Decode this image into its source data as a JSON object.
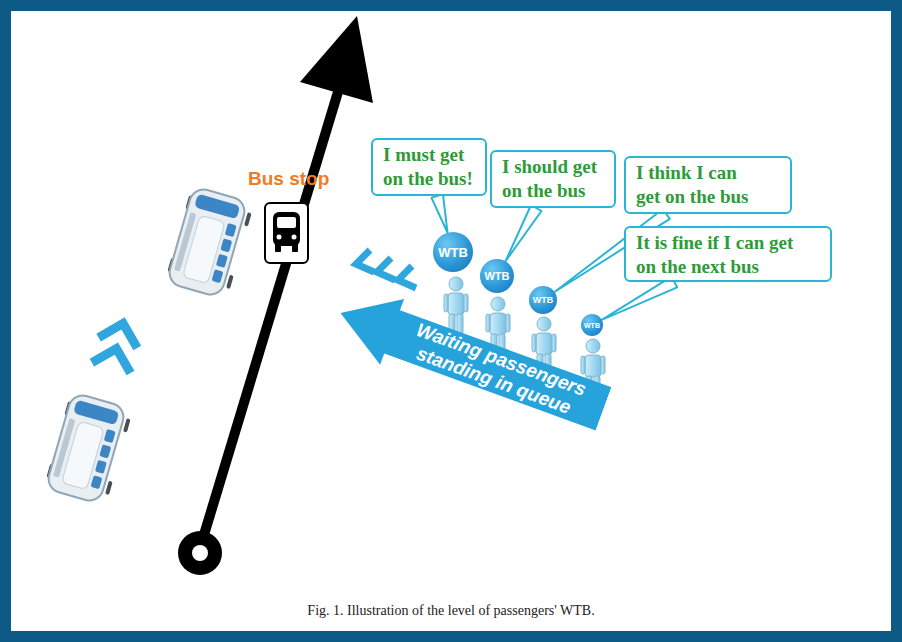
{
  "diagram": {
    "caption": "Fig. 1. Illustration of the level of passengers' WTB.",
    "nodes": [
      {
        "text": [
          "I must get on the bus!"
        ]
      },
      {
        "text": [
          "I should get on the bus"
        ]
      },
      {
        "text": [
          "I think I can get on the bus"
        ]
      },
      {
        "text": [
          "It is fine if I can get on the next bus"
        ]
      },
      {
        "text": [
          "WTB"
        ]
      },
      {
        "text": [
          "WTB"
        ]
      },
      {
        "text": [
          "WTB"
        ]
      },
      {
        "text": [
          "WTB"
        ]
      },
      {
        "text": [
          "Waiting passengers standing in queue"
        ]
      }
    ],
    "edges": [
      {
        "from": 4,
        "to": 0,
        "arrow": "none"
      },
      {
        "from": 5,
        "to": 1,
        "arrow": "none"
      },
      {
        "from": 6,
        "to": 2,
        "arrow": "none"
      },
      {
        "from": 7,
        "to": 3,
        "arrow": "none"
      }
    ],
    "labels": [
      "Bus stop"
    ]
  }
}
